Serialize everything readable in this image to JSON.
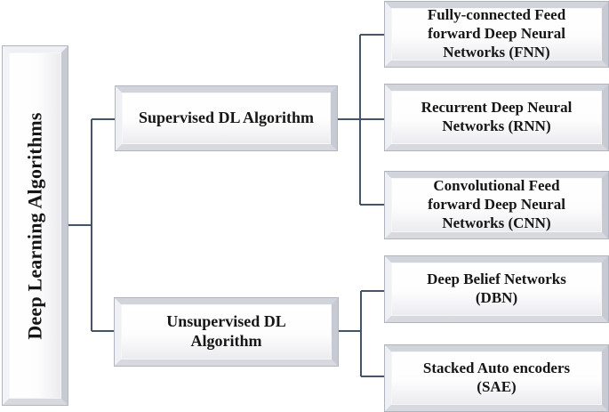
{
  "colors": {
    "connector": "#44546A",
    "text": "#161616",
    "box_face": "#ffffff",
    "box_edge": "#b0b4c0"
  },
  "diagram": {
    "root": {
      "label": "Deep Learning Algorithms"
    },
    "branches": [
      {
        "label": "Supervised DL Algorithm",
        "children": [
          {
            "label": "Fully-connected Feed\nforward Deep Neural\nNetworks (FNN)"
          },
          {
            "label": "Recurrent Deep Neural\nNetworks (RNN)"
          },
          {
            "label": "Convolutional Feed\nforward Deep Neural\nNetworks (CNN)"
          }
        ]
      },
      {
        "label": "Unsupervised DL\nAlgorithm",
        "children": [
          {
            "label": "Deep Belief Networks\n(DBN)"
          },
          {
            "label": "Stacked Auto encoders\n(SAE)"
          }
        ]
      }
    ]
  }
}
